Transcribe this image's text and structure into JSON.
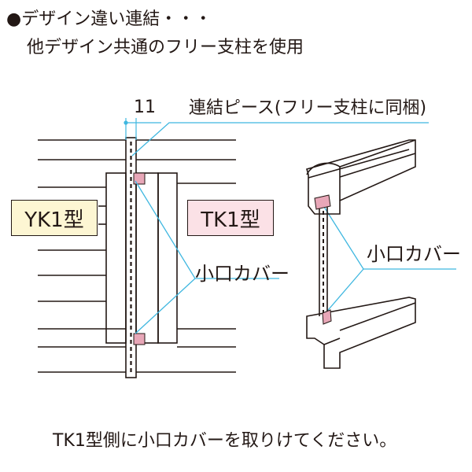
{
  "heading": {
    "line1": "●デザイン違い連結・・・",
    "line2": "他デザイン共通のフリー支柱を使用"
  },
  "dimension": {
    "label": "11"
  },
  "callouts": {
    "connecting_piece": "連結ピース(フリー支柱に同梱)",
    "end_cap_left": "小口カバー",
    "end_cap_right": "小口カバー"
  },
  "badges": {
    "yk1": "YK1型",
    "tk1": "TK1型"
  },
  "footer": {
    "note": "TK1型側に小口カバーを取りけてください。"
  },
  "colors": {
    "yk1_fill": "#fdf6d3",
    "tk1_fill": "#fbe1e6",
    "end_cap_pink": "#e8a7b8",
    "leader_cyan": "#3fb7e0",
    "line": "#231815"
  }
}
